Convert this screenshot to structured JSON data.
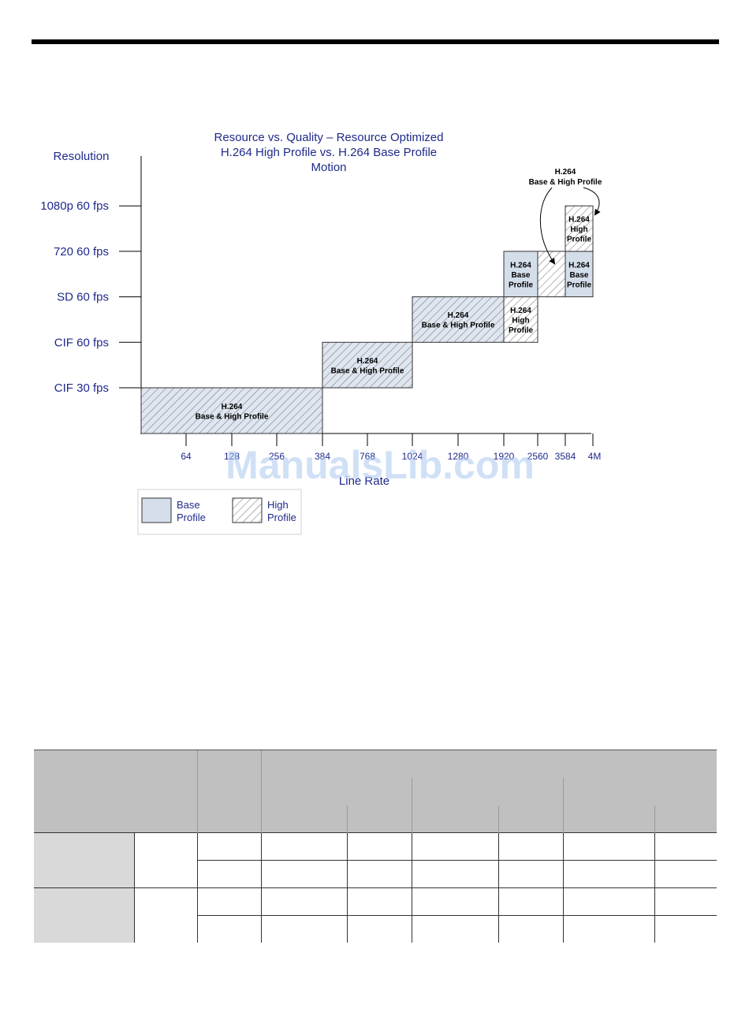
{
  "chart_data": {
    "type": "table",
    "title_lines": [
      "Resource vs. Quality – Resource Optimized",
      "H.264 High Profile vs. H.264  Base Profile",
      "Motion"
    ],
    "ylabel": "Resolution",
    "xlabel": "Line Rate",
    "y_levels": [
      "CIF 30 fps",
      "CIF 60 fps",
      "SD 60 fps",
      "720 60 fps",
      "1080p 60 fps"
    ],
    "x_ticks": [
      "64",
      "128",
      "256",
      "384",
      "768",
      "1024",
      "1280",
      "1920",
      "2560",
      "3584",
      "4M"
    ],
    "blocks": [
      {
        "x_start": "",
        "x_end": "384",
        "level": "CIF 30 fps",
        "profile": "both",
        "lines": [
          "H.264",
          "Base & High Profile"
        ]
      },
      {
        "x_start": "384",
        "x_end": "1024",
        "level": "CIF 60 fps",
        "profile": "both",
        "lines": [
          "H.264",
          "Base & High Profile"
        ]
      },
      {
        "x_start": "1024",
        "x_end": "1920",
        "level": "SD 60 fps",
        "profile": "both",
        "lines": [
          "H.264",
          "Base & High Profile"
        ]
      },
      {
        "x_start": "1920",
        "x_end": "2560",
        "level": "SD 60 fps",
        "profile": "high",
        "lines": [
          "H.264",
          "High",
          "Profile"
        ]
      },
      {
        "x_start": "1920",
        "x_end": "2560",
        "level": "720 60 fps",
        "profile": "base",
        "lines": [
          "H.264",
          "Base",
          "Profile"
        ]
      },
      {
        "x_start": "2560",
        "x_end": "3584",
        "level": "720 60 fps",
        "profile": "high",
        "lines": []
      },
      {
        "x_start": "3584",
        "x_end": "4M",
        "level": "720 60 fps",
        "profile": "base",
        "lines": [
          "H.264",
          "Base",
          "Profile"
        ]
      },
      {
        "x_start": "3584",
        "x_end": "4M",
        "level": "1080p 60 fps",
        "profile": "high",
        "lines": [
          "H.264",
          "High",
          "Profile"
        ]
      }
    ],
    "annotation": [
      "H.264",
      "Base & High Profile"
    ],
    "legend": [
      {
        "label_lines": [
          "Base",
          "Profile"
        ],
        "pattern": "base"
      },
      {
        "label_lines": [
          "High",
          "Profile"
        ],
        "pattern": "high"
      }
    ],
    "colors": {
      "base_fill": "#d4deeb",
      "hatch": "#777777",
      "title": "#1f2a8a",
      "axis": "#000000"
    }
  },
  "watermark": "ManualsLib.com"
}
